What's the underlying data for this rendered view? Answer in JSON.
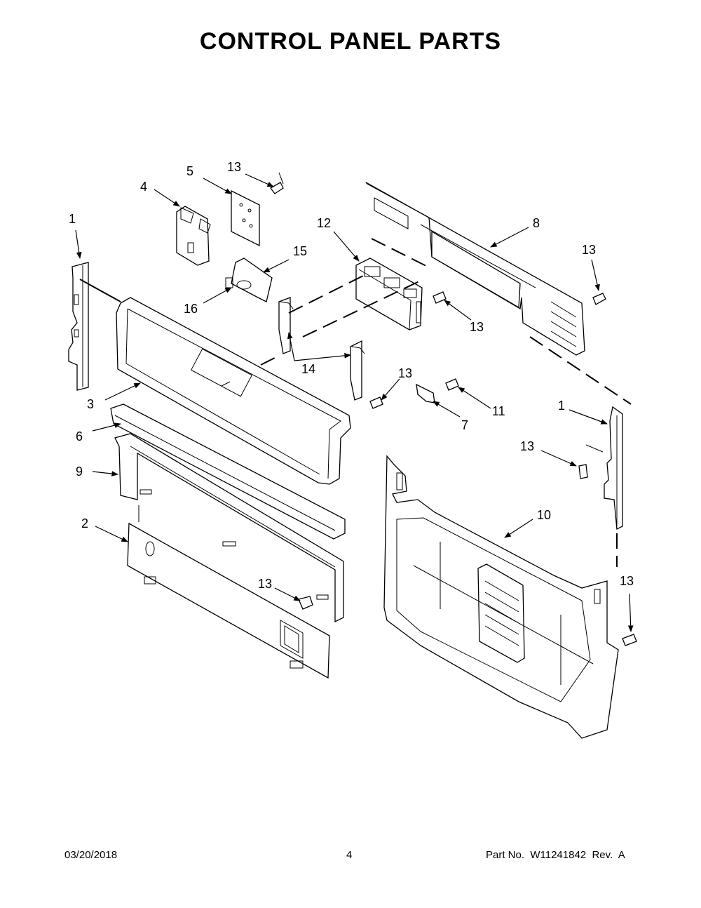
{
  "title": "CONTROL PANEL PARTS",
  "footer": {
    "date": "03/20/2018",
    "page": "4",
    "part_number": "Part No.  W11241842  Rev.  A"
  },
  "callouts": {
    "c1_left": "1",
    "c1_right": "1",
    "c2": "2",
    "c3": "3",
    "c4": "4",
    "c5": "5",
    "c6": "6",
    "c7": "7",
    "c8": "8",
    "c9": "9",
    "c10": "10",
    "c11": "11",
    "c12": "12",
    "c13_top": "13",
    "c13_right_top": "13",
    "c13_mid": "13",
    "c13_center": "13",
    "c13_right_mid": "13",
    "c13_bottom": "13",
    "c13_bottom_right": "13",
    "c14": "14",
    "c15": "15",
    "c16": "16"
  }
}
